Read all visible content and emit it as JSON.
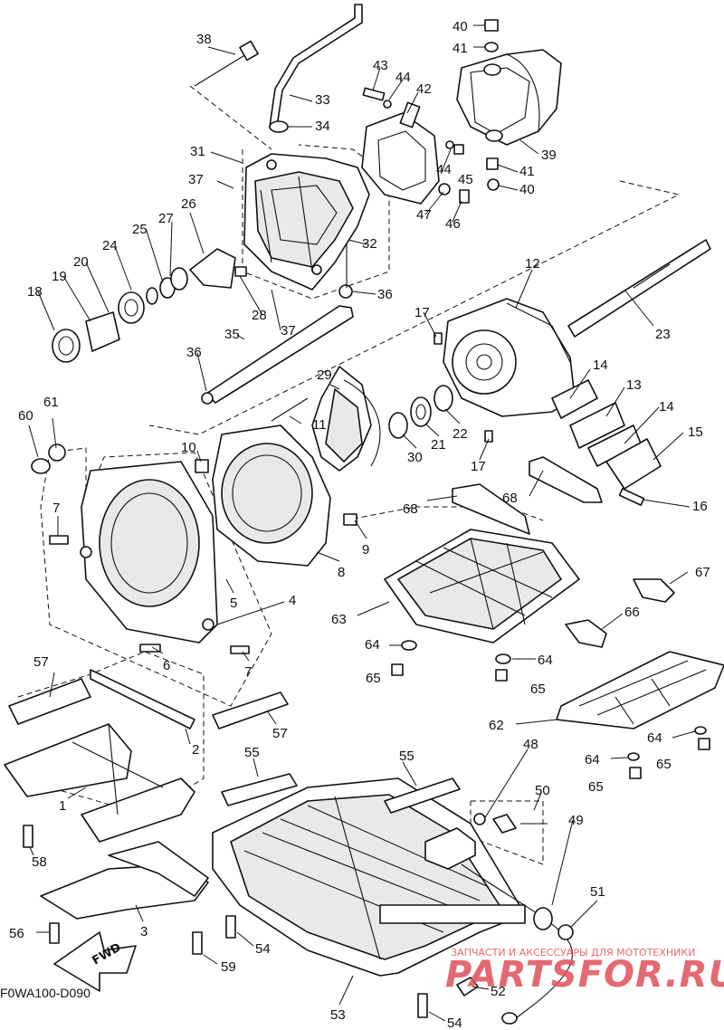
{
  "diagram_code": "F0WA100-D090",
  "fwd_label": "FWD",
  "watermark": {
    "tagline": "ЗАПЧАСТИ И АКСЕССУАРЫ ДЛЯ МОТОТЕХНИКИ",
    "logo": "PARTSFOR.RU",
    "color": "#e0505a"
  },
  "callouts": {
    "c1": "1",
    "c2": "2",
    "c3": "3",
    "c4": "4",
    "c5": "5",
    "c6": "6",
    "c7a": "7",
    "c7b": "7",
    "c8": "8",
    "c9": "9",
    "c10": "10",
    "c11": "11",
    "c12": "12",
    "c13": "13",
    "c14a": "14",
    "c14b": "14",
    "c15": "15",
    "c16": "16",
    "c17a": "17",
    "c17b": "17",
    "c18": "18",
    "c19": "19",
    "c20": "20",
    "c21": "21",
    "c22": "22",
    "c23": "23",
    "c24": "24",
    "c25": "25",
    "c26": "26",
    "c27": "27",
    "c28": "28",
    "c29": "29",
    "c30": "30",
    "c31": "31",
    "c32": "32",
    "c33": "33",
    "c34": "34",
    "c35": "35",
    "c36a": "36",
    "c36b": "36",
    "c37a": "37",
    "c37b": "37",
    "c38": "38",
    "c39": "39",
    "c40a": "40",
    "c40b": "40",
    "c41a": "41",
    "c41b": "41",
    "c42": "42",
    "c43": "43",
    "c44a": "44",
    "c44b": "44",
    "c45": "45",
    "c46": "46",
    "c47": "47",
    "c48": "48",
    "c49": "49",
    "c50": "50",
    "c51": "51",
    "c52": "52",
    "c53": "53",
    "c54a": "54",
    "c54b": "54",
    "c55a": "55",
    "c55b": "55",
    "c56": "56",
    "c57a": "57",
    "c57b": "57",
    "c58": "58",
    "c59": "59",
    "c60": "60",
    "c61": "61",
    "c62": "62",
    "c63": "63",
    "c64a": "64",
    "c64b": "64",
    "c64c": "64",
    "c64d": "64",
    "c65a": "65",
    "c65b": "65",
    "c65c": "65",
    "c65d": "65",
    "c66": "66",
    "c67": "67",
    "c68a": "68",
    "c68b": "68"
  }
}
